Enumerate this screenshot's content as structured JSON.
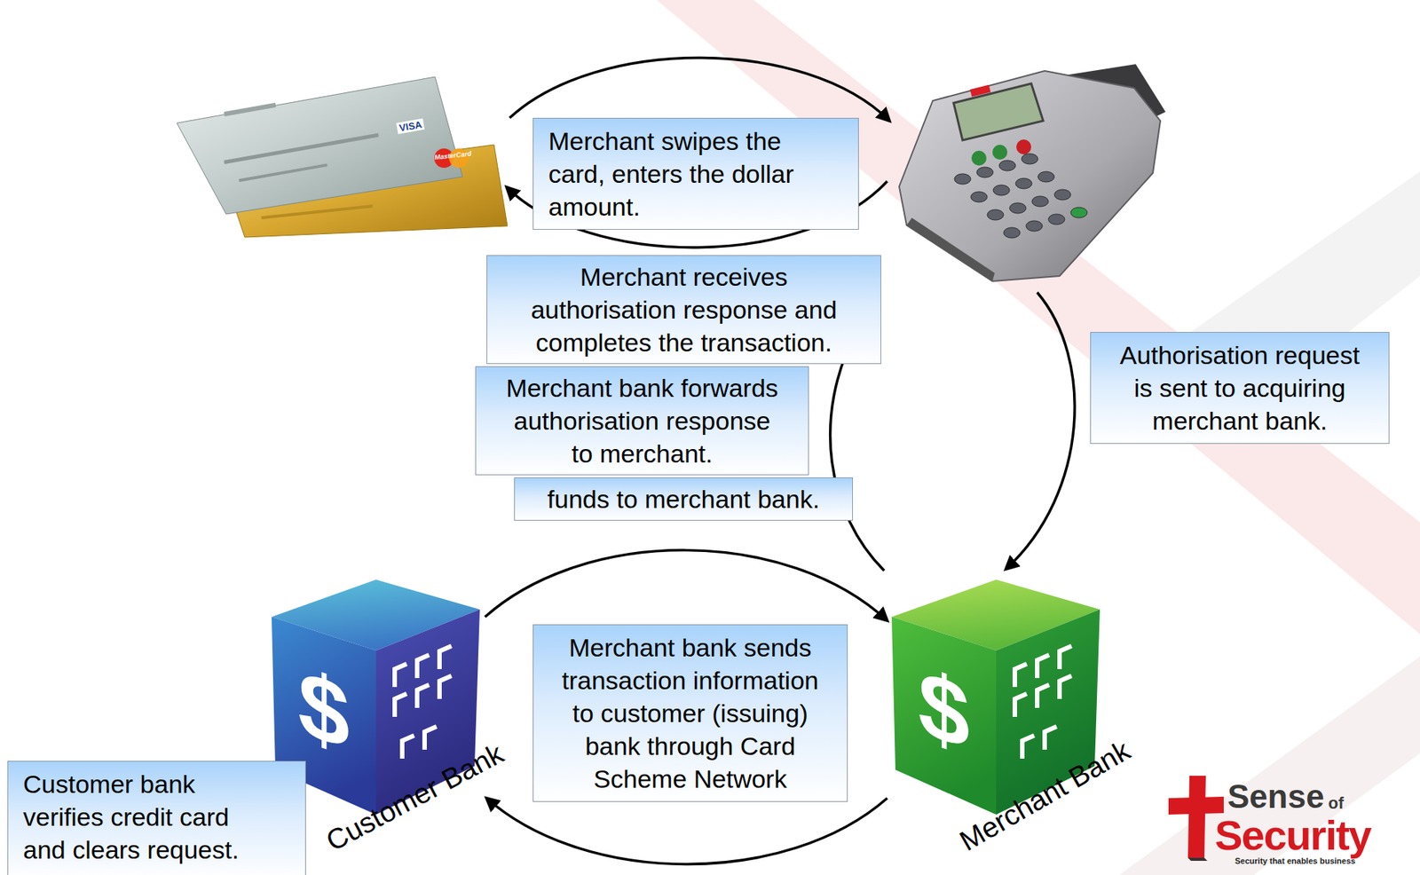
{
  "diagram": {
    "nodes": [
      {
        "text": [
          "Merchant swipes the card, enters the dollar amount."
        ]
      },
      {
        "text": [
          "Merchant receives authorisation response and completes the transaction."
        ]
      },
      {
        "text": [
          "Authorisation request is sent to acquiring merchant bank."
        ]
      },
      {
        "text": [
          "Merchant bank forwards authorisation response to merchant."
        ]
      },
      {
        "text": [
          "funds to merchant bank."
        ]
      },
      {
        "text": [
          "$",
          "Customer Bank"
        ]
      },
      {
        "text": [
          "$",
          "Merchant Bank"
        ]
      },
      {
        "text": [
          "Merchant bank sends transaction information to customer (issuing) bank through Card Scheme Network"
        ]
      },
      {
        "text": [
          "Customer bank verifies credit card and clears request."
        ]
      }
    ],
    "edges": [
      {
        "from": 5,
        "to": 6,
        "arrow": "to"
      },
      {
        "from": 6,
        "to": 5,
        "arrow": "to"
      }
    ],
    "labels": [
      "VISA",
      "MasterCard",
      "Sense",
      "of",
      "Security",
      "Security that enables business"
    ]
  }
}
